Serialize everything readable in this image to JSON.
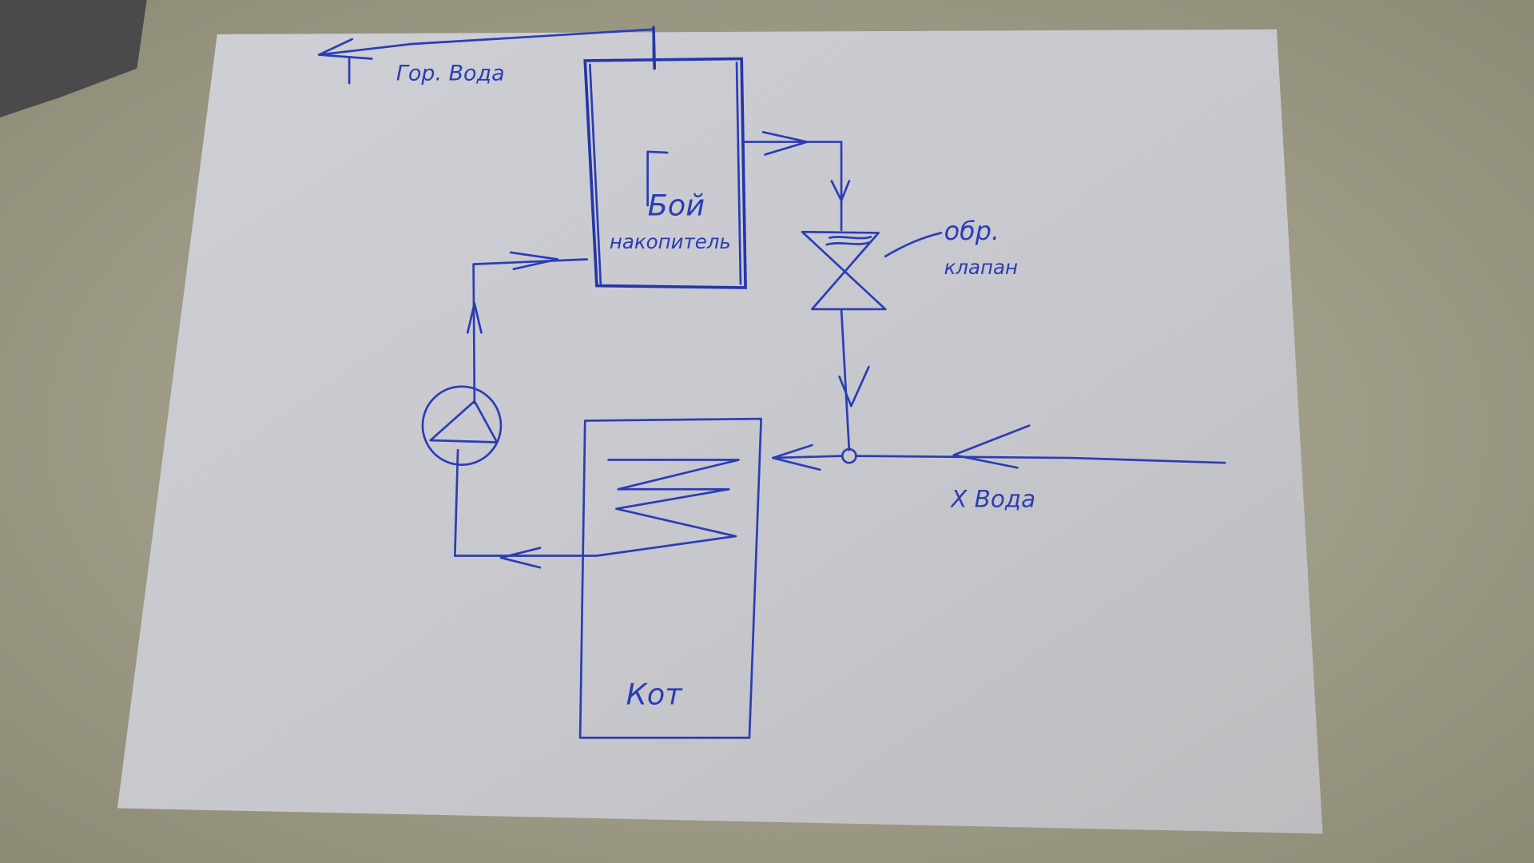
{
  "labels": {
    "hot_water": "Гор. Вода",
    "tank_line1": "Бой",
    "tank_line2": "накопитель",
    "check_valve_line1": "обр.",
    "check_valve_line2": "клапан",
    "cold_water": "Х Вода",
    "boiler": "Кот"
  },
  "colors": {
    "ink": "#2b3db5",
    "paper": "#c9c9cf",
    "tablecloth": "#9d9a86"
  }
}
